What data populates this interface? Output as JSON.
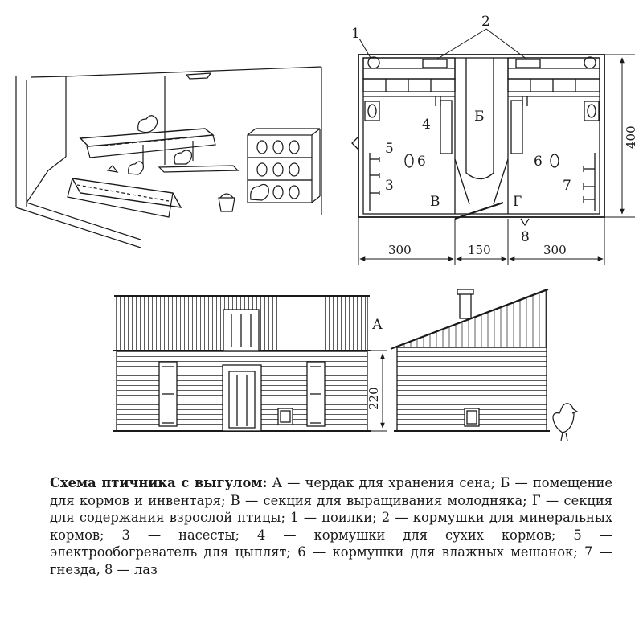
{
  "plan": {
    "marker_1": "1",
    "marker_2": "2",
    "marker_3": "3",
    "marker_4": "4",
    "marker_5": "5",
    "marker_6_left": "6",
    "marker_6_right": "6",
    "marker_7": "7",
    "marker_8": "8",
    "room_b": "Б",
    "room_v": "В",
    "room_g": "Г",
    "dim_height": "400",
    "dim_left": "300",
    "dim_center": "150",
    "dim_right": "300"
  },
  "facade": {
    "attic_label": "А",
    "dim_height": "220"
  },
  "caption": {
    "title": "Схема птичника с выгулом:",
    "body": " А — чердак для хранения сена; Б — помещение для кормов и инвентаря; В — секция для выращивания молодняка; Г — секция для содержания взрослой птицы; 1 — поилки; 2 — кормушки для минеральных кормов; 3 — насесты; 4 — кормушки для сухих кормов; 5 — электрообогреватель для цыплят; 6 — кормушки для влажных мешанок; 7 — гнезда, 8 — лаз"
  }
}
